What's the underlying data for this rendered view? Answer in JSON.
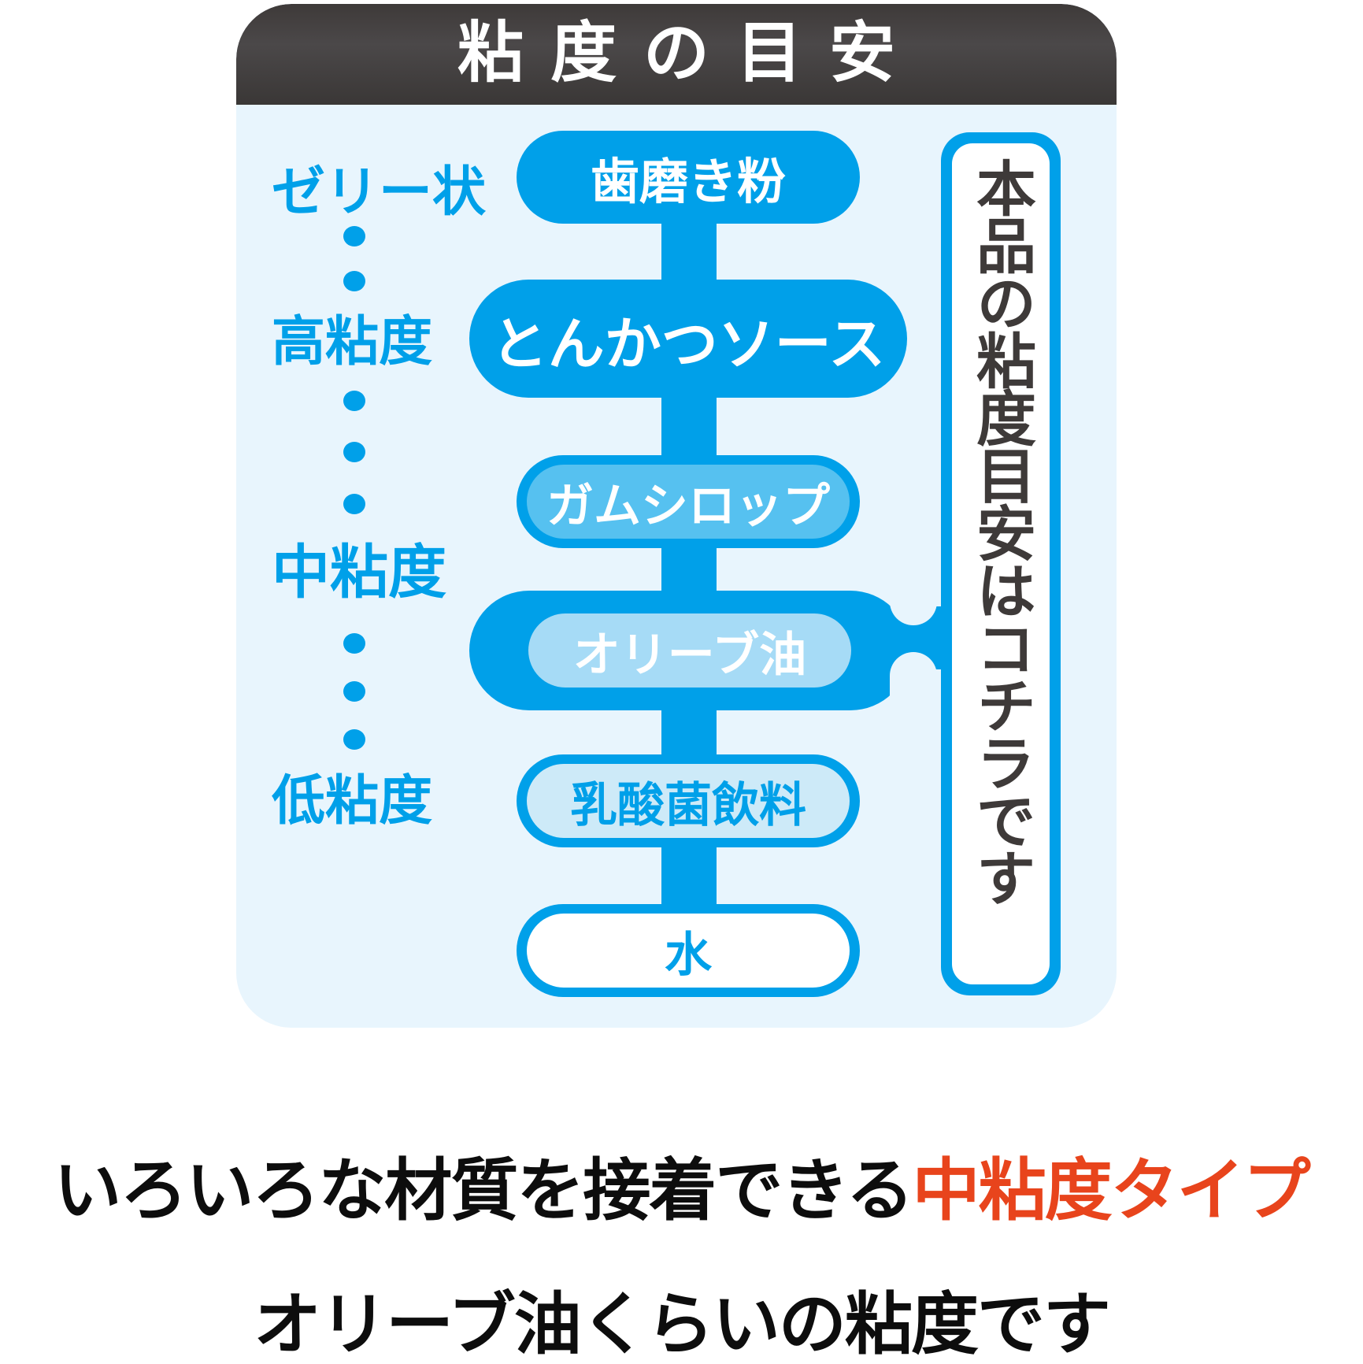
{
  "header": {
    "title": "粘度の目安"
  },
  "scale": {
    "labels": [
      "ゼリー状",
      "高粘度",
      "中粘度",
      "低粘度"
    ],
    "dot_color": "#00a0e9"
  },
  "items": [
    {
      "label": "歯磨き粉",
      "style": "solid"
    },
    {
      "label": "とんかつソース",
      "style": "solid"
    },
    {
      "label": "ガムシロップ",
      "style": "light"
    },
    {
      "label": "オリーブ油",
      "style": "highlight"
    },
    {
      "label": "乳酸菌飲料",
      "style": "pale"
    },
    {
      "label": "水",
      "style": "white"
    }
  ],
  "callout": {
    "text": "本品の粘度目安はコチラです"
  },
  "tagline": {
    "line1_prefix": "いろいろな材質を接着できる",
    "line1_accent": "中粘度タイプ",
    "line2": "オリーブ油くらいの粘度です"
  },
  "colors": {
    "brand_blue": "#00a0e9",
    "panel_bg": "#e8f5fd",
    "header_bg": "#3e3a39",
    "accent_red": "#e8441c"
  }
}
